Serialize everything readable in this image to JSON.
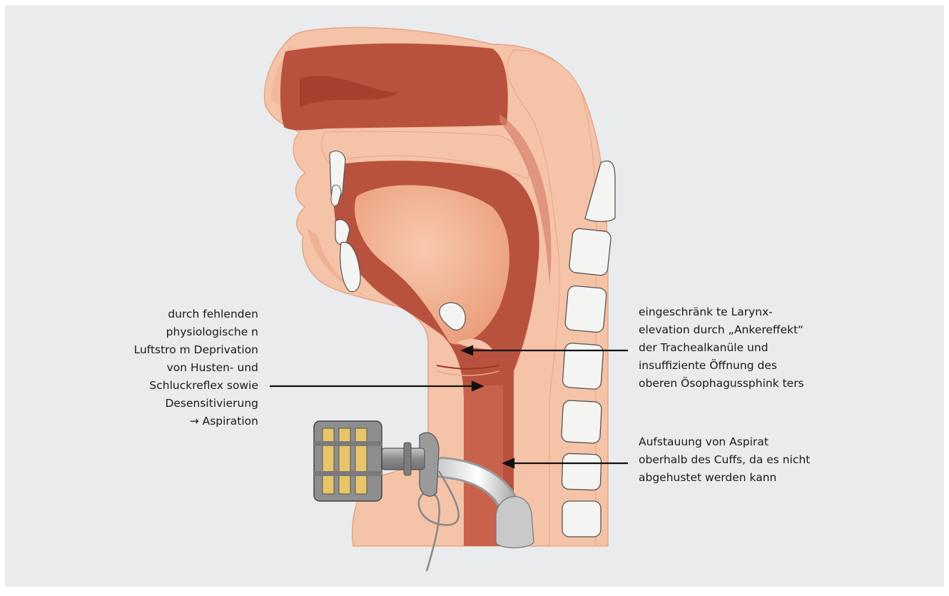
{
  "labels": {
    "left": {
      "lines": [
        "durch fehlenden",
        "physiologische n",
        "Luftstro m Deprivation",
        "von Husten- und",
        "Schluckreflex sowie",
        "Desensitivierung",
        "→ Aspiration"
      ]
    },
    "right_top": {
      "lines": [
        "eingeschränk te Larynx-",
        "elevation durch „Ankereffekt“",
        "der Trachealkanüle und",
        "insuffiziente Öffnung des",
        "oberen Ösophagussphink ters"
      ]
    },
    "right_bottom": {
      "lines": [
        "Aufstauung von Aspirat",
        "oberhalb des Cuffs, da es nicht",
        "abgehustet werden kann"
      ]
    }
  },
  "colors": {
    "background": "#e9ebec",
    "skin": "#f5c3a8",
    "skin_dark": "#eda98a",
    "cavity": "#b8523e",
    "cavity_dark": "#9e3626",
    "tongue": "#f0aa8a",
    "bone": "#f4f4f2",
    "metal": "#9a9a9a",
    "filter": "#e8c56a",
    "arrow": "#111111"
  }
}
